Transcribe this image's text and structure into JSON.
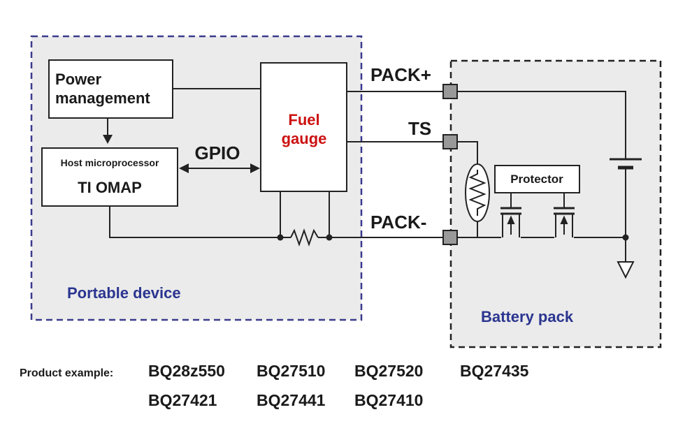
{
  "portable_device": {
    "label": "Portable device",
    "power_management_line1": "Power",
    "power_management_line2": "management",
    "host_line1": "Host microprocessor",
    "host_line2": "TI OMAP",
    "gpio_label": "GPIO",
    "fuel_gauge_line1": "Fuel",
    "fuel_gauge_line2": "gauge"
  },
  "terminals": {
    "pack_plus": "PACK+",
    "ts": "TS",
    "pack_minus": "PACK-"
  },
  "battery_pack": {
    "label": "Battery pack",
    "protector_label": "Protector"
  },
  "products": {
    "label": "Product example:",
    "items": [
      "BQ28z550",
      "BQ27510",
      "BQ27520",
      "BQ27435",
      "BQ27421",
      "BQ27441",
      "BQ27410"
    ]
  },
  "colors": {
    "device_region_border": "#3a3a8c",
    "region_fill": "#ebebeb",
    "accent_blue": "#2b3590",
    "accent_red": "#cc1111"
  }
}
